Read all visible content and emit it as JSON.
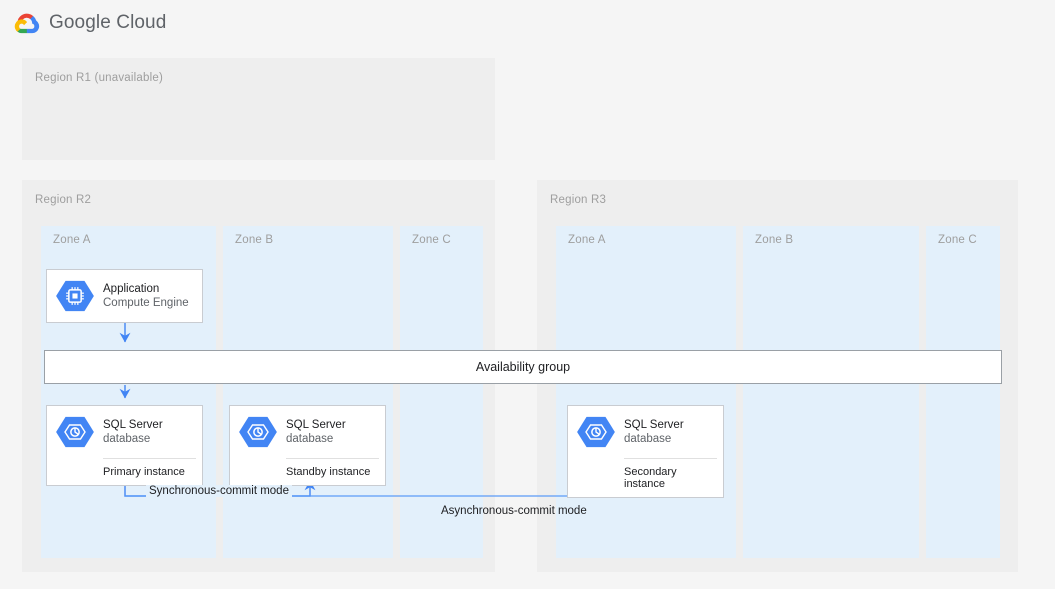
{
  "header": {
    "logo_icon": "google-cloud-logo",
    "wordmark": "Google Cloud"
  },
  "colors": {
    "page_background": "#f5f5f5",
    "region_background": "#eeeeee",
    "zone_background": "#e3f0fb",
    "card_background": "#ffffff",
    "card_border": "#c9ccd1",
    "connector_blue": "#4285f4",
    "icon_blue": "#4285f4",
    "label_gray": "#9e9e9e",
    "text_primary": "#202124",
    "text_secondary": "#5f6368"
  },
  "regions": [
    {
      "id": "r1",
      "label": "Region R1 (unavailable)",
      "state": "unavailable",
      "zones": []
    },
    {
      "id": "r2",
      "label": "Region R2",
      "state": "available",
      "zones": [
        {
          "id": "r2-zone-a",
          "label": "Zone A"
        },
        {
          "id": "r2-zone-b",
          "label": "Zone B"
        },
        {
          "id": "r2-zone-c",
          "label": "Zone C"
        }
      ]
    },
    {
      "id": "r3",
      "label": "Region R3",
      "state": "available",
      "zones": [
        {
          "id": "r3-zone-a",
          "label": "Zone A"
        },
        {
          "id": "r3-zone-b",
          "label": "Zone B"
        },
        {
          "id": "r3-zone-c",
          "label": "Zone C"
        }
      ]
    }
  ],
  "cards": {
    "application": {
      "icon": "compute-engine-icon",
      "title": "Application",
      "subtitle": "Compute Engine"
    },
    "primary": {
      "icon": "sql-server-database-icon",
      "title": "SQL Server",
      "subtitle": "database",
      "footer": "Primary instance"
    },
    "standby": {
      "icon": "sql-server-database-icon",
      "title": "SQL Server",
      "subtitle": "database",
      "footer": "Standby instance"
    },
    "secondary": {
      "icon": "sql-server-database-icon",
      "title": "SQL Server",
      "subtitle": "database",
      "footer": "Secondary instance"
    }
  },
  "availability_group": {
    "label": "Availability group"
  },
  "connectors": [
    {
      "id": "app-to-availability-group",
      "from": "application",
      "to": "availability-group",
      "label": "",
      "direction": "down"
    },
    {
      "id": "availability-group-to-primary",
      "from": "availability-group",
      "to": "primary",
      "label": "",
      "direction": "down"
    },
    {
      "id": "primary-to-standby",
      "from": "primary",
      "to": "standby",
      "label": "Synchronous-commit mode",
      "direction": "up"
    },
    {
      "id": "primary-to-secondary",
      "from": "primary",
      "to": "secondary",
      "label": "Asynchronous-commit mode",
      "direction": "up"
    }
  ]
}
